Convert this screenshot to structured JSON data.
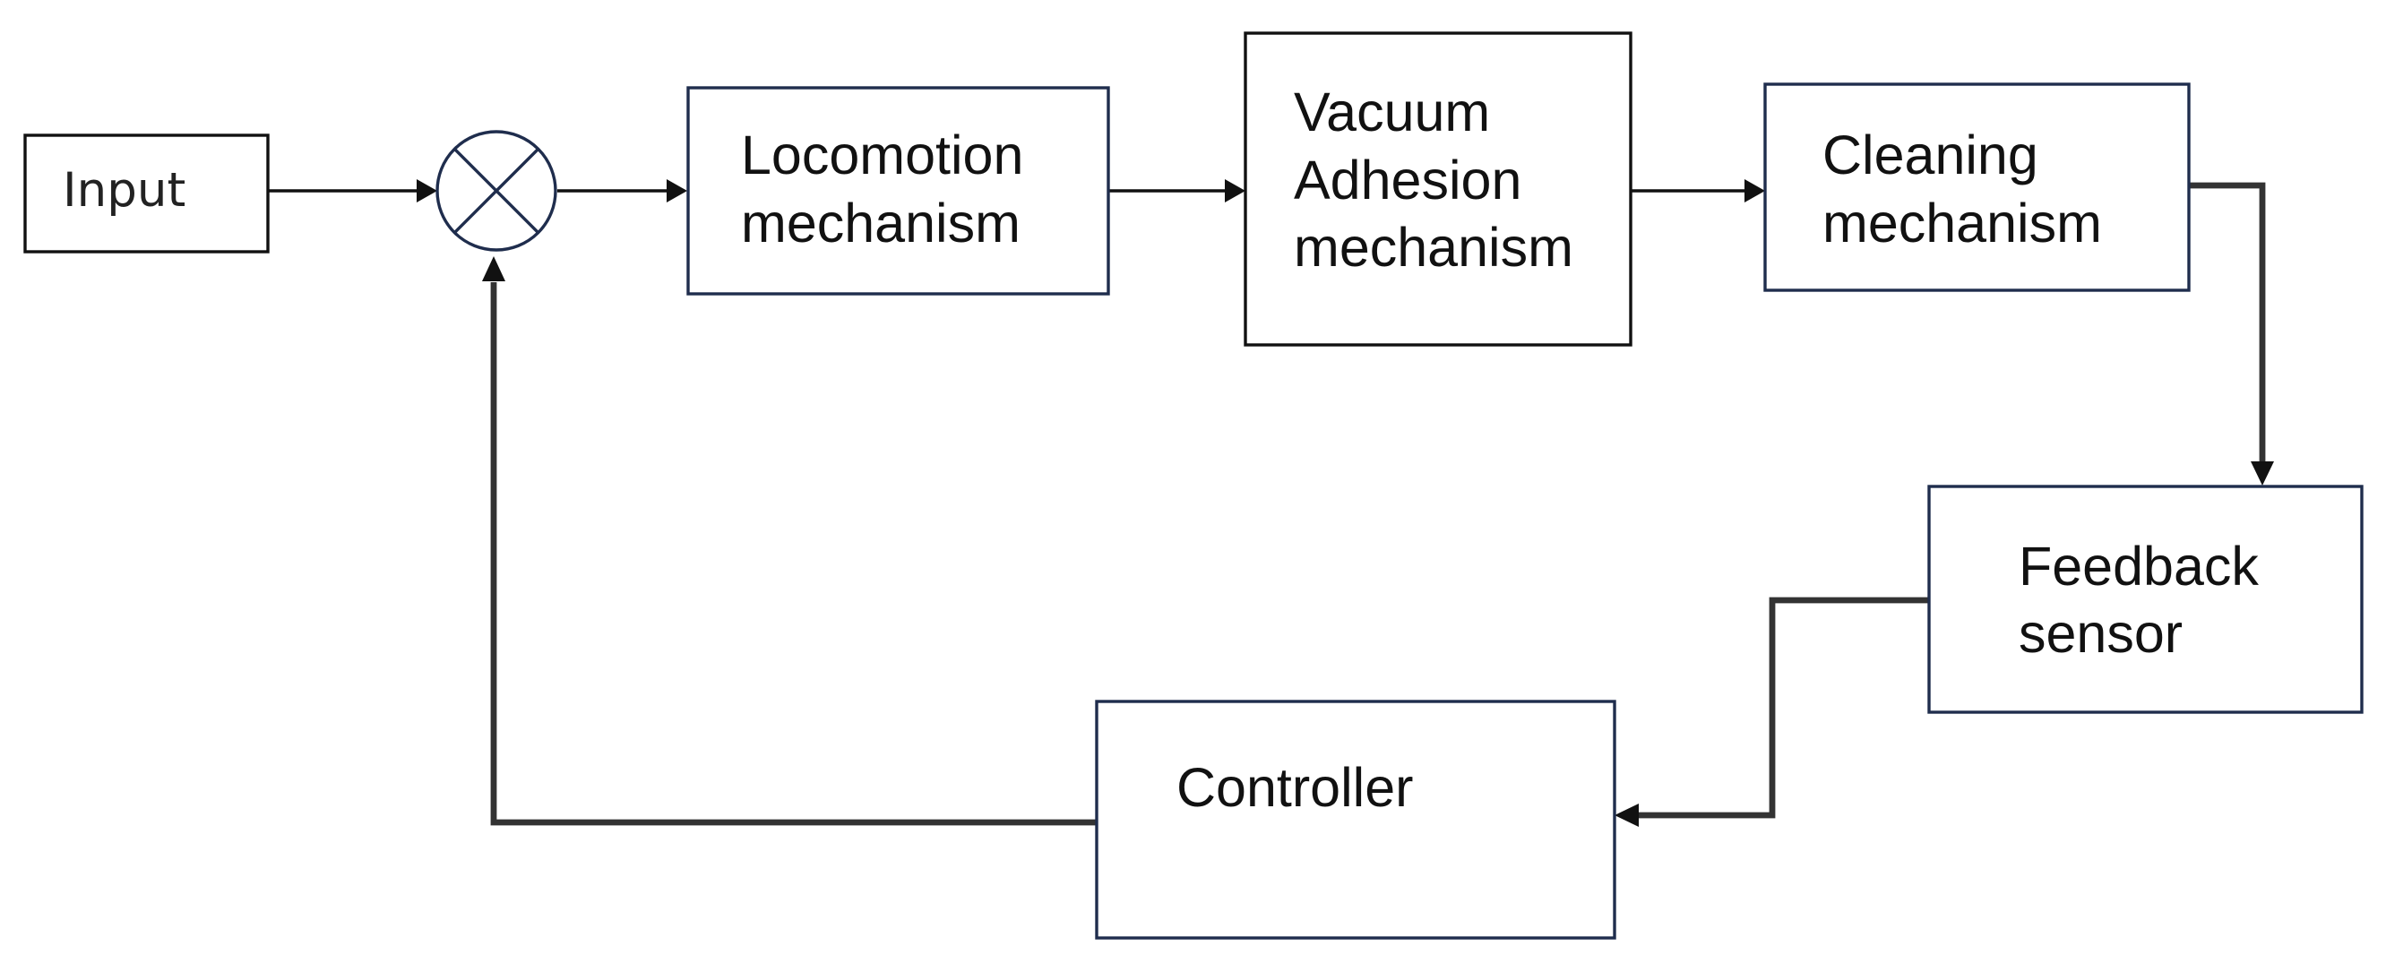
{
  "blocks": {
    "input": {
      "lines": [
        "Input"
      ]
    },
    "summing_junction": {
      "symbol": "⊗"
    },
    "locomotion": {
      "lines": [
        "Locomotion",
        "mechanism"
      ]
    },
    "vacuum": {
      "lines": [
        "Vacuum",
        "Adhesion",
        "mechanism"
      ]
    },
    "cleaning": {
      "lines": [
        "Cleaning",
        "mechanism"
      ]
    },
    "feedback": {
      "lines": [
        "Feedback",
        "sensor"
      ]
    },
    "controller": {
      "lines": [
        "Controller"
      ]
    }
  },
  "connections": [
    {
      "from": "input",
      "to": "summing_junction"
    },
    {
      "from": "summing_junction",
      "to": "locomotion"
    },
    {
      "from": "locomotion",
      "to": "vacuum"
    },
    {
      "from": "vacuum",
      "to": "cleaning"
    },
    {
      "from": "cleaning",
      "to": "feedback"
    },
    {
      "from": "feedback",
      "to": "controller"
    },
    {
      "from": "controller",
      "to": "summing_junction"
    }
  ],
  "colors": {
    "box_border_navy": "#1f2d4d",
    "box_border_black": "#111111",
    "line": "#111111",
    "feedback_line": "#333333",
    "text": "#111111"
  }
}
